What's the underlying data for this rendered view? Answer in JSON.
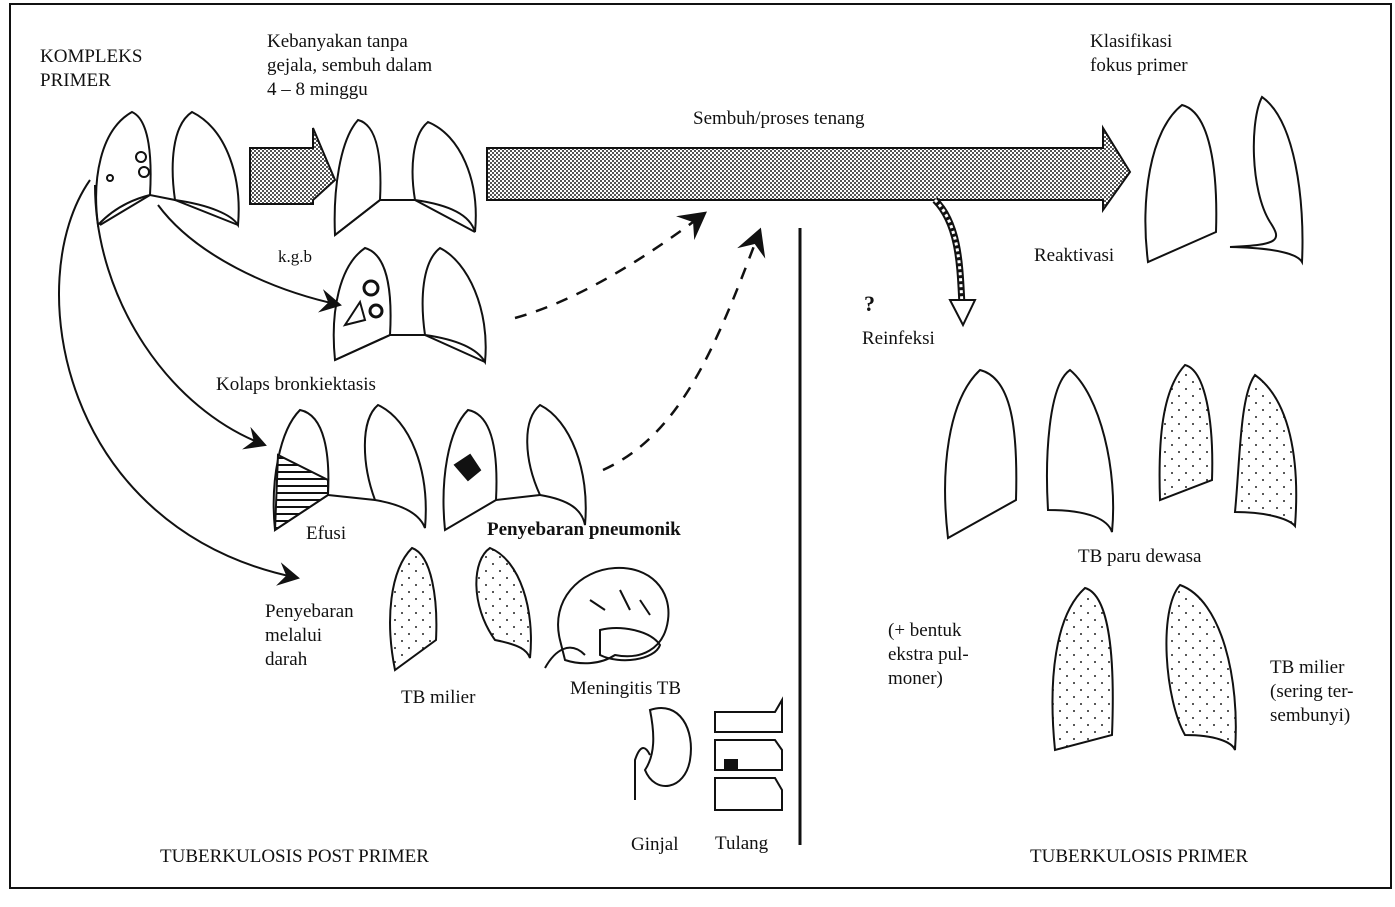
{
  "labels": {
    "kompleks_primer": "KOMPLEKS\nPRIMER",
    "kebanyakan": "Kebanyakan tanpa\ngejala, sembuh dalam\n4 – 8 minggu",
    "sembuh": "Sembuh/proses tenang",
    "klasifikasi": "Klasifikasi\nfokus primer",
    "kgb": "k.g.b",
    "reaktivasi": "Reaktivasi",
    "question": "?",
    "reinfeksi": "Reinfeksi",
    "kolaps": "Kolaps bronkiektasis",
    "efusi": "Efusi",
    "penyebaran_pneumonik": "Penyebaran pneumonik",
    "tb_paru_dewasa": "TB paru dewasa",
    "penyebaran_darah": "Penyebaran\nmelalui\ndarah",
    "tb_milier_left": "TB milier",
    "meningitis": "Meningitis TB",
    "bentuk_ekstra": "(+ bentuk\nekstra pul-\nmoner)",
    "tb_milier_right": "TB milier\n(sering ter-\nsembunyi)",
    "ginjal": "Ginjal",
    "tulang": "Tulang",
    "tb_post_primer": "TUBERKULOSIS POST PRIMER",
    "tb_primer": "TUBERKULOSIS PRIMER"
  },
  "colors": {
    "ink": "#111111",
    "paper": "#ffffff",
    "stipple": "#9a9a9a"
  }
}
